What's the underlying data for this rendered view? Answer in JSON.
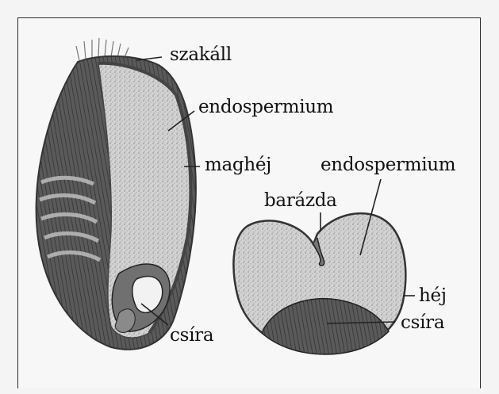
{
  "labels": {
    "szakall": "szakáll",
    "endospermium_top": "endospermium",
    "maghej": "maghéj",
    "endospermium_right": "endospermium",
    "barazda": "barázda",
    "csira_left": "csíra",
    "hej": "héj",
    "csira_right": "csíra"
  },
  "colors": {
    "husk": "#555555",
    "endosperm": "#c8c8c8",
    "germ": "#6a6a6a",
    "leader": "#222222"
  }
}
